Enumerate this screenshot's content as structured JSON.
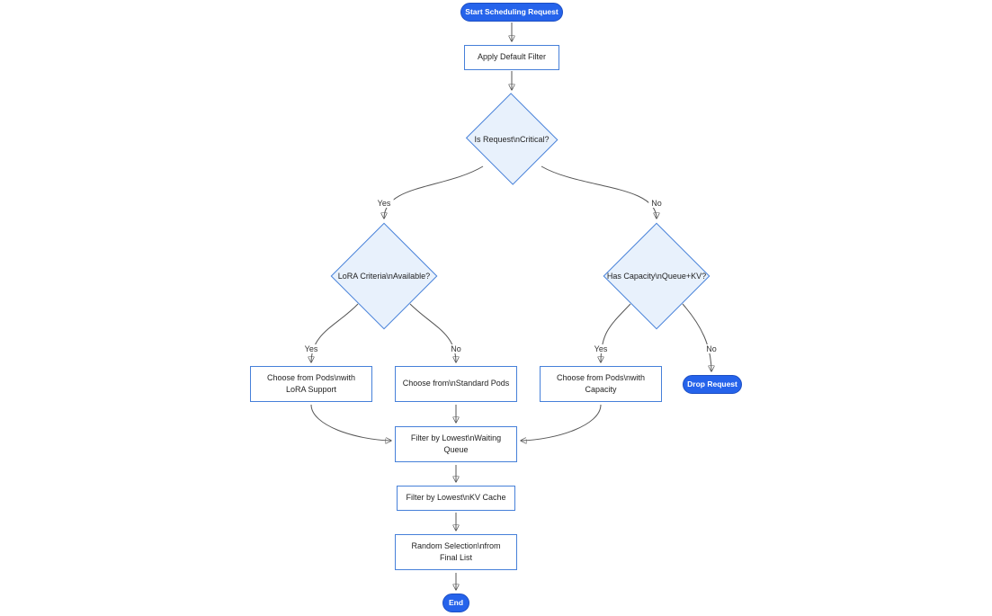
{
  "colors": {
    "accent_blue": "#2563eb",
    "node_border_blue": "#4680d9",
    "diamond_fill": "#e8f1fc",
    "edge_gray": "#555555"
  },
  "nodes": {
    "start": "Start Scheduling Request",
    "apply_filter": "Apply Default Filter",
    "is_critical": "Is Request\\nCritical?",
    "lora_criteria": "LoRA Criteria\\nAvailable?",
    "has_capacity": "Has Capacity\\nQueue+KV?",
    "choose_lora": "Choose from Pods\\nwith LoRA Support",
    "choose_standard": "Choose from\\nStandard Pods",
    "choose_capacity": "Choose from Pods\\nwith Capacity",
    "drop_request": "Drop Request",
    "filter_queue": "Filter by Lowest\\nWaiting Queue",
    "filter_kv": "Filter by Lowest\\nKV Cache",
    "random_selection": "Random Selection\\nfrom Final List",
    "end": "End"
  },
  "edge_labels": {
    "critical_yes": "Yes",
    "critical_no": "No",
    "lora_yes": "Yes",
    "lora_no": "No",
    "capacity_yes": "Yes",
    "capacity_no": "No"
  }
}
